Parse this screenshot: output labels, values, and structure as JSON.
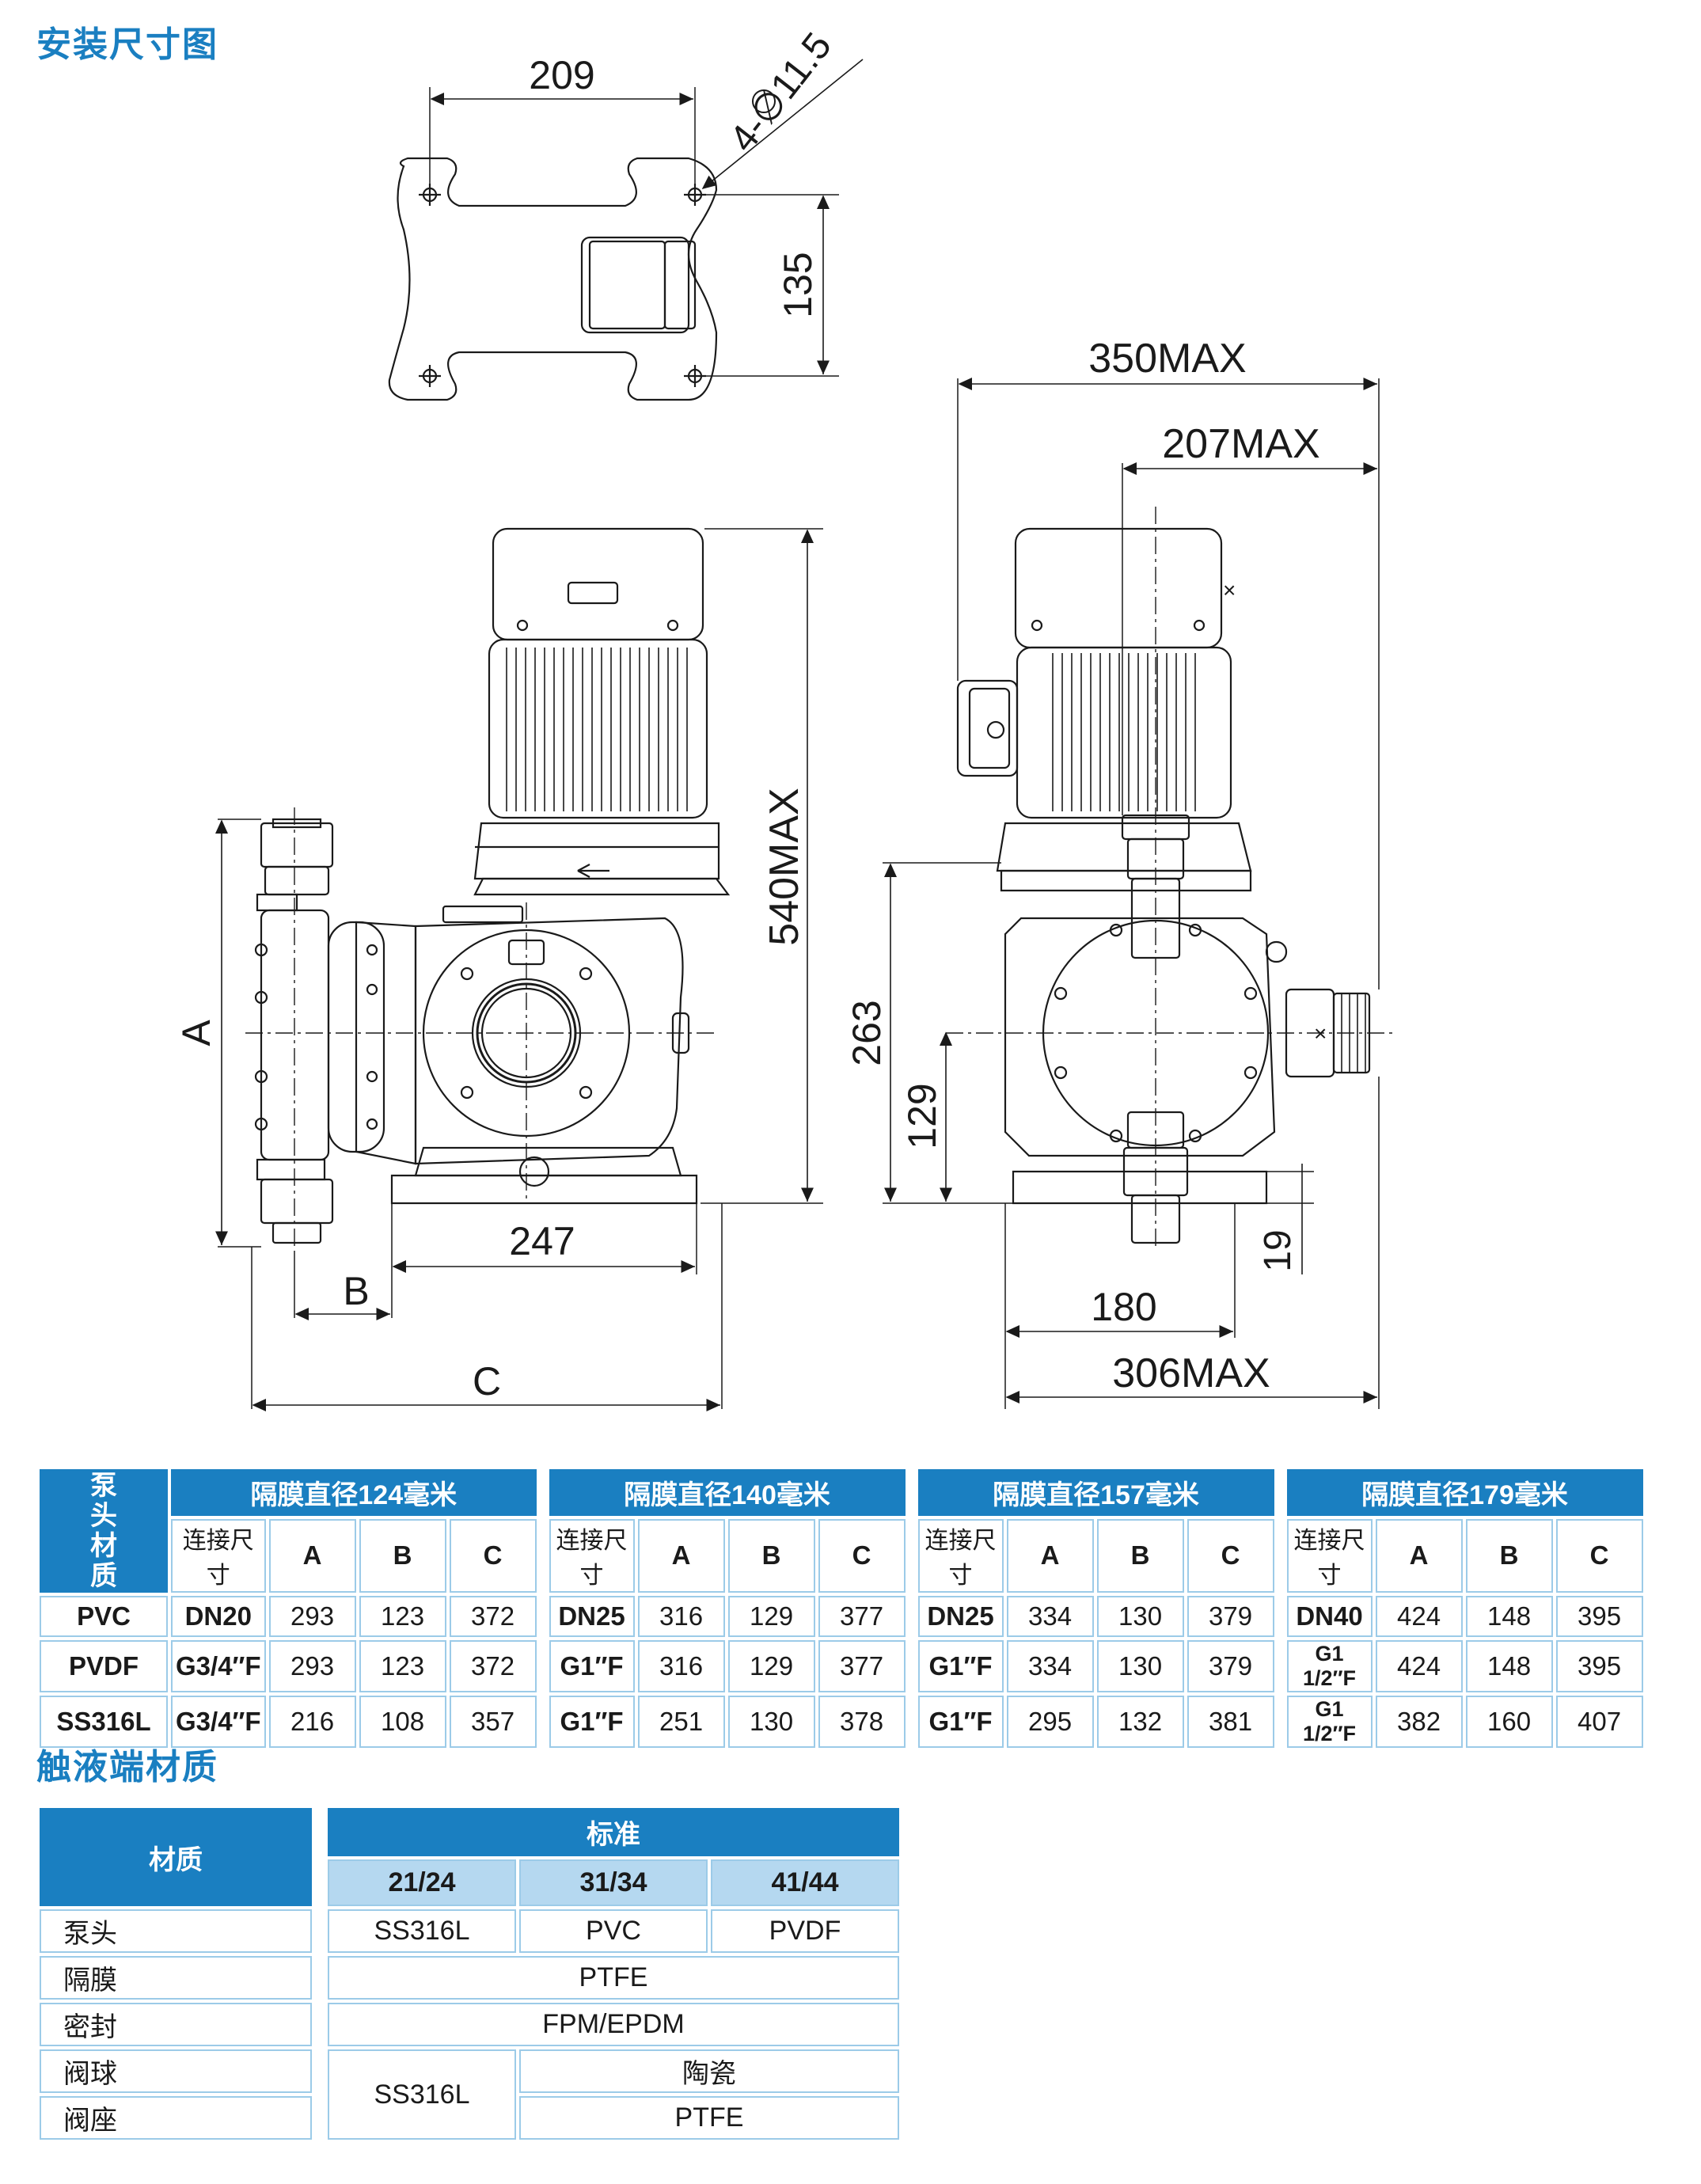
{
  "titles": {
    "install": "安装尺寸图",
    "wetted": "触液端材质"
  },
  "drawing_labels": {
    "base_width": "209",
    "hole_spec": "4-∅11.5",
    "base_depth": "135",
    "total_width_side": "350MAX",
    "motor_offset": "207MAX",
    "height": "540MAX",
    "dim_a": "A",
    "dim_b": "B",
    "dim_c": "C",
    "dim_247": "247",
    "dim_263": "263",
    "dim_129": "129",
    "dim_19": "19",
    "dim_180": "180",
    "dim_306": "306MAX"
  },
  "size_table": {
    "material_header": "泵头\n材质",
    "groups": [
      {
        "title": "隔膜直径124毫米",
        "conn_label": "连接尺寸",
        "cols": [
          "A",
          "B",
          "C"
        ],
        "rows": [
          [
            "DN20",
            "293",
            "123",
            "372"
          ],
          [
            "G3/4″F",
            "293",
            "123",
            "372"
          ],
          [
            "G3/4″F",
            "216",
            "108",
            "357"
          ]
        ]
      },
      {
        "title": "隔膜直径140毫米",
        "conn_label": "连接尺寸",
        "cols": [
          "A",
          "B",
          "C"
        ],
        "rows": [
          [
            "DN25",
            "316",
            "129",
            "377"
          ],
          [
            "G1″F",
            "316",
            "129",
            "377"
          ],
          [
            "G1″F",
            "251",
            "130",
            "378"
          ]
        ]
      },
      {
        "title": "隔膜直径157毫米",
        "conn_label": "连接尺寸",
        "cols": [
          "A",
          "B",
          "C"
        ],
        "rows": [
          [
            "DN25",
            "334",
            "130",
            "379"
          ],
          [
            "G1″F",
            "334",
            "130",
            "379"
          ],
          [
            "G1″F",
            "295",
            "132",
            "381"
          ]
        ]
      },
      {
        "title": "隔膜直径179毫米",
        "conn_label": "连接尺寸",
        "cols": [
          "A",
          "B",
          "C"
        ],
        "rows": [
          [
            "DN40",
            "424",
            "148",
            "395"
          ],
          [
            "G1 1/2″F",
            "424",
            "148",
            "395"
          ],
          [
            "G1 1/2″F",
            "382",
            "160",
            "407"
          ]
        ]
      }
    ],
    "materials": [
      "PVC",
      "PVDF",
      "SS316L"
    ]
  },
  "material_table": {
    "col_header": "材质",
    "std_header": "标准",
    "sub_headers": [
      "21/24",
      "31/34",
      "41/44"
    ],
    "rows": {
      "pump_head": {
        "label": "泵头",
        "values": [
          "SS316L",
          "PVC",
          "PVDF"
        ]
      },
      "diaphragm": {
        "label": "隔膜",
        "value": "PTFE"
      },
      "seal": {
        "label": "密封",
        "value": "FPM/EPDM"
      },
      "valve_ball": {
        "label": "阀球",
        "value": "陶瓷"
      },
      "valve_seat": {
        "label": "阀座",
        "value": "PTFE"
      },
      "ball_seat_shared": "SS316L"
    }
  }
}
